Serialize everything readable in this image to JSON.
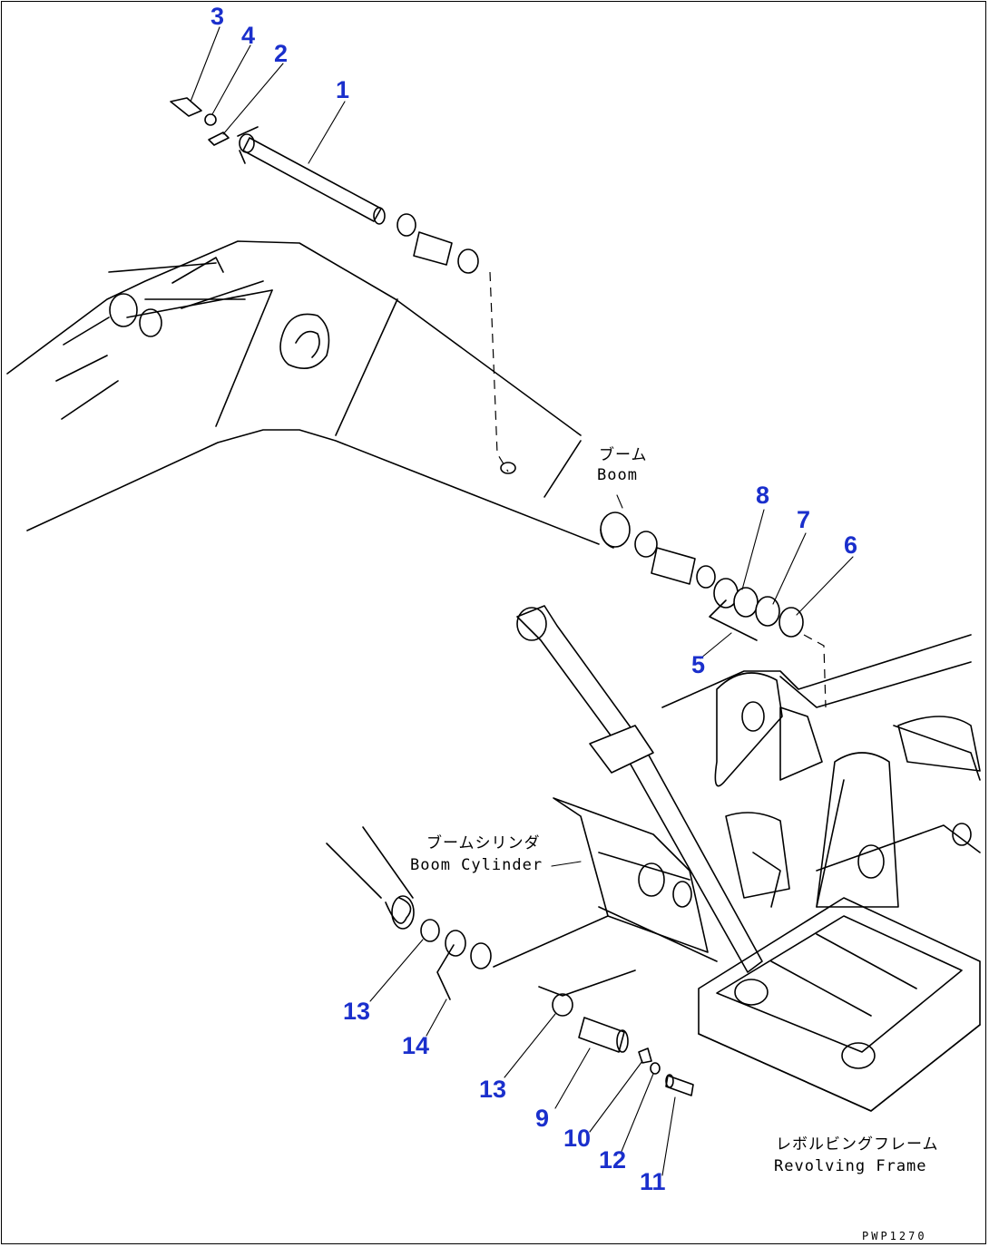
{
  "callouts": [
    {
      "id": "1",
      "label": "1"
    },
    {
      "id": "2",
      "label": "2"
    },
    {
      "id": "3",
      "label": "3"
    },
    {
      "id": "4",
      "label": "4"
    },
    {
      "id": "5",
      "label": "5"
    },
    {
      "id": "6",
      "label": "6"
    },
    {
      "id": "7",
      "label": "7"
    },
    {
      "id": "8",
      "label": "8"
    },
    {
      "id": "9",
      "label": "9"
    },
    {
      "id": "10",
      "label": "10"
    },
    {
      "id": "11",
      "label": "11"
    },
    {
      "id": "12",
      "label": "12"
    },
    {
      "id": "13a",
      "label": "13"
    },
    {
      "id": "13b",
      "label": "13"
    },
    {
      "id": "14",
      "label": "14"
    }
  ],
  "labels": {
    "boom_jp": "ブーム",
    "boom_en": "Boom",
    "boom_cylinder_jp": "ブームシリンダ",
    "boom_cylinder_en": "Boom Cylinder",
    "revolving_frame_jp": "レボルビングフレーム",
    "revolving_frame_en": "Revolving Frame"
  },
  "drawing_code": "PWP1270",
  "colors": {
    "callout": "#1a2fcc",
    "line": "#000000",
    "background": "#ffffff"
  }
}
